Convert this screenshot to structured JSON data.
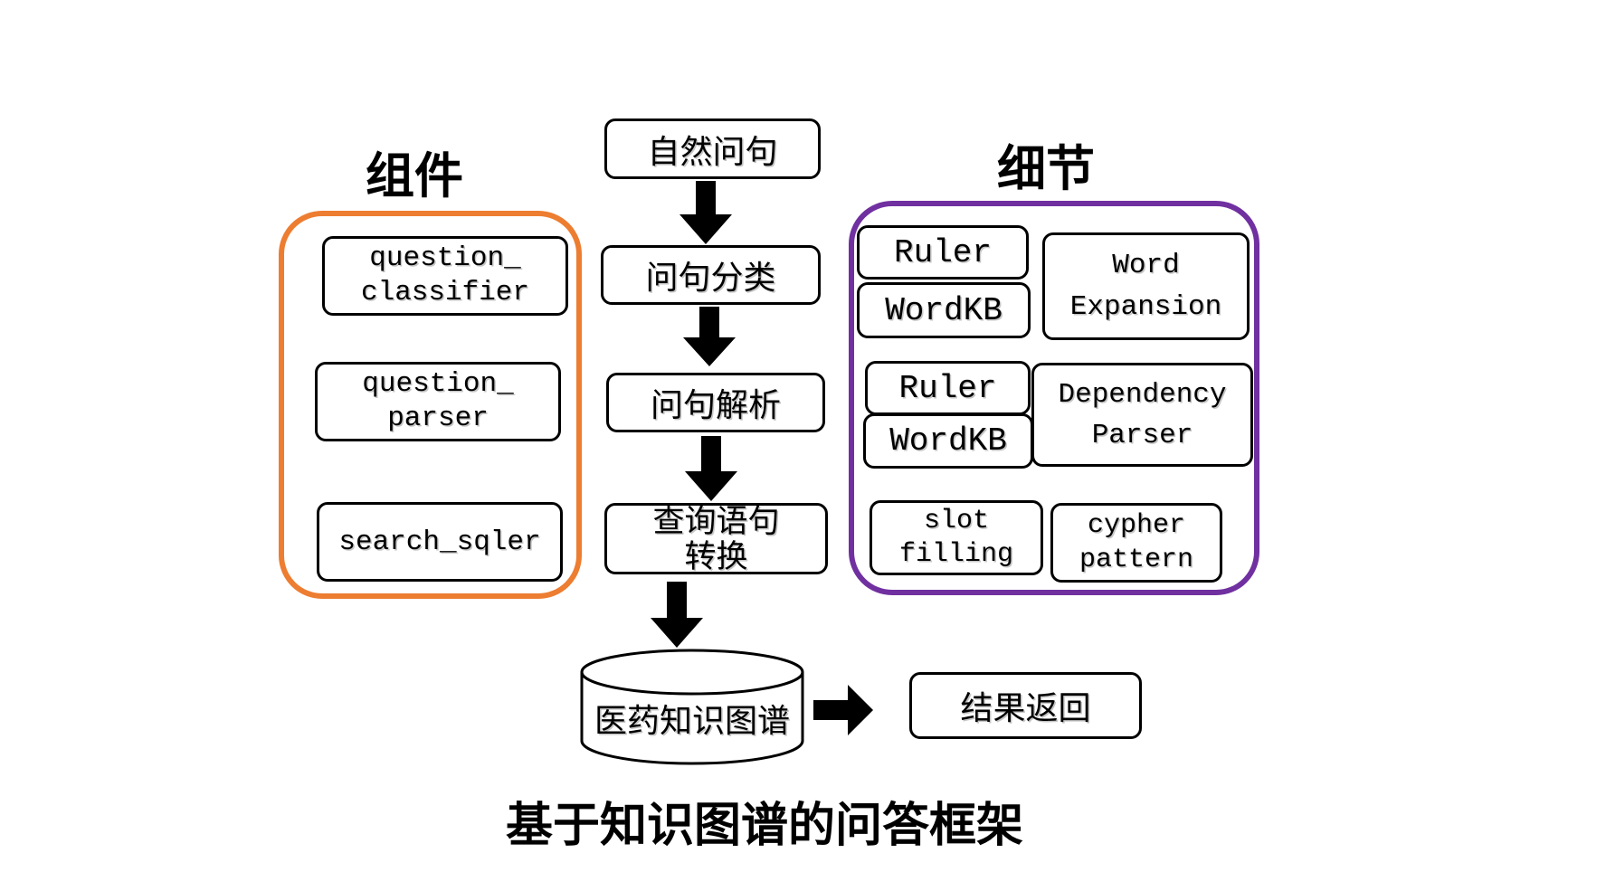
{
  "diagram_title": "基于知识图谱的问答框架",
  "colors": {
    "components_border": "#ED7D31",
    "details_border": "#7030A0",
    "node_border": "#000000",
    "arrow_fill": "#000000",
    "background": "#FFFFFF"
  },
  "components_panel": {
    "heading": "组件",
    "items": [
      {
        "label": "question_\nclassifier"
      },
      {
        "label": "question_\nparser"
      },
      {
        "label": "search_sqler"
      }
    ]
  },
  "details_panel": {
    "heading": "细节",
    "items": [
      {
        "label": "Ruler"
      },
      {
        "label": "WordKB"
      },
      {
        "label": "Word\nExpansion"
      },
      {
        "label": "Ruler"
      },
      {
        "label": "WordKB"
      },
      {
        "label": "Dependency\nParser"
      },
      {
        "label": "slot\nfilling"
      },
      {
        "label": "cypher\npattern"
      }
    ]
  },
  "flow": {
    "nodes": [
      {
        "id": "natural-question",
        "shape": "rect",
        "label": "自然问句"
      },
      {
        "id": "question-classification",
        "shape": "rect",
        "label": "问句分类"
      },
      {
        "id": "question-parsing",
        "shape": "rect",
        "label": "问句解析"
      },
      {
        "id": "query-conversion",
        "shape": "rect",
        "label": "查询语句\n转换"
      },
      {
        "id": "medical-knowledge-graph",
        "shape": "cylinder",
        "label": "医药知识图谱"
      },
      {
        "id": "result-return",
        "shape": "rect",
        "label": "结果返回"
      }
    ]
  }
}
